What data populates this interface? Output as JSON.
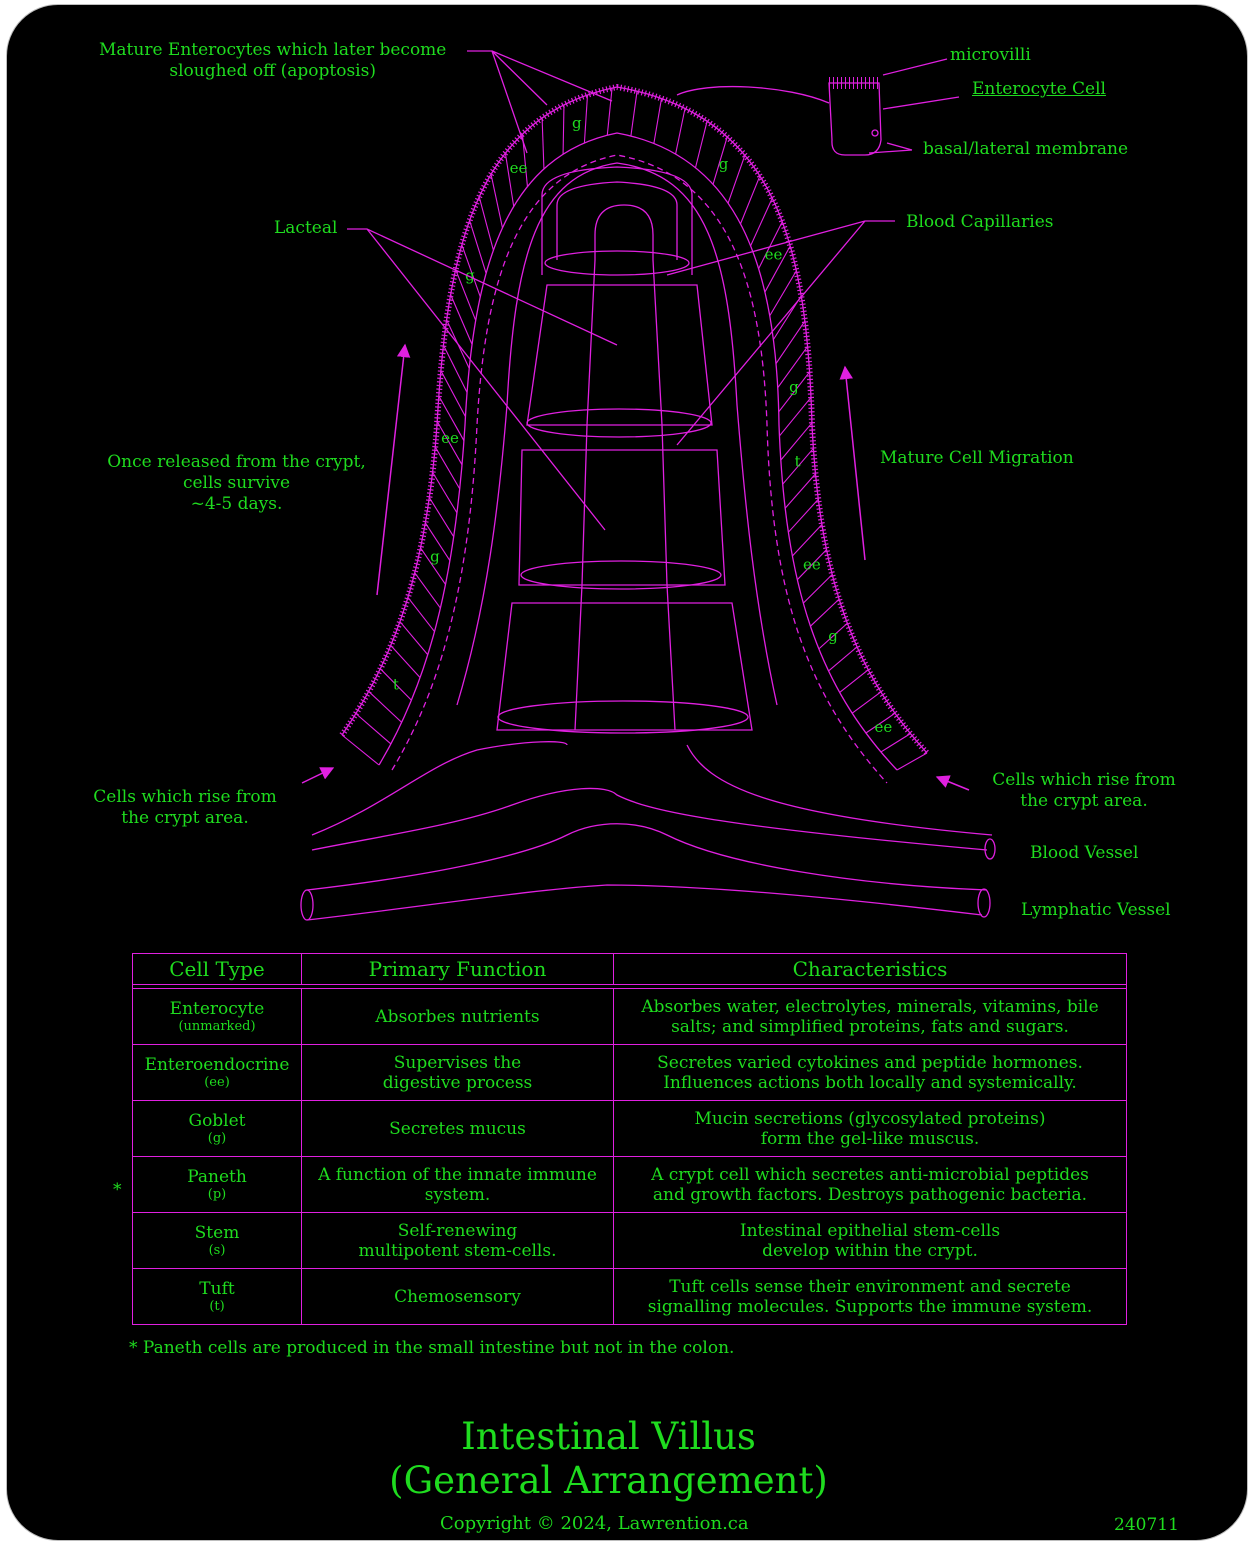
{
  "labels": {
    "mature_enterocytes": "Mature Enterocytes which later become\nsloughed off (apoptosis)",
    "microvilli": "microvilli",
    "enterocyte_cell": "Enterocyte Cell",
    "basal_lateral": "basal/lateral membrane",
    "lacteal": "Lacteal",
    "blood_capillaries": "Blood Capillaries",
    "once_released": "Once released from the crypt,\ncells survive\n~4-5 days.",
    "mature_cell_migration": "Mature Cell Migration",
    "cells_rise_left": "Cells which rise from\nthe crypt area.",
    "cells_rise_right": "Cells which rise from\nthe crypt area.",
    "blood_vessel": "Blood Vessel",
    "lymphatic_vessel": "Lymphatic Vessel"
  },
  "cell_tags": {
    "ee": "ee",
    "g": "g",
    "t": "t"
  },
  "table": {
    "headers": [
      "Cell Type",
      "Primary Function",
      "Characteristics"
    ],
    "rows": [
      {
        "marker": "",
        "type": "Enterocyte",
        "abbr": "(unmarked)",
        "function": "Absorbes nutrients",
        "characteristics": "Absorbes water, electrolytes, minerals, vitamins, bile\nsalts; and simplified proteins, fats and sugars."
      },
      {
        "marker": "",
        "type": "Enteroendocrine",
        "abbr": "(ee)",
        "function": "Supervises the\ndigestive process",
        "characteristics": "Secretes varied cytokines and peptide hormones.\nInfluences actions both locally and systemically."
      },
      {
        "marker": "",
        "type": "Goblet",
        "abbr": "(g)",
        "function": "Secretes mucus",
        "characteristics": "Mucin secretions (glycosylated proteins)\nform the gel-like muscus."
      },
      {
        "marker": "*",
        "type": "Paneth",
        "abbr": "(p)",
        "function": "A function of the innate immune\nsystem.",
        "characteristics": "A crypt cell which secretes anti-microbial peptides\nand growth factors. Destroys pathogenic bacteria."
      },
      {
        "marker": "",
        "type": "Stem",
        "abbr": "(s)",
        "function": "Self-renewing\nmultipotent stem-cells.",
        "characteristics": "Intestinal epithelial stem-cells\ndevelop within the crypt."
      },
      {
        "marker": "",
        "type": "Tuft",
        "abbr": "(t)",
        "function": "Chemosensory",
        "characteristics": "Tuft cells sense their environment and secrete\nsignalling molecules. Supports the immune system."
      }
    ],
    "footnote": "* Paneth cells are produced in the small intestine but not in the colon."
  },
  "title_line1": "Intestinal Villus",
  "title_line2": "(General Arrangement)",
  "copyright": "Copyright ©  2024, Lawrention.ca",
  "code": "240711",
  "colors": {
    "background": "#000000",
    "text": "#1fdc1f",
    "lines": "#e020e0"
  }
}
